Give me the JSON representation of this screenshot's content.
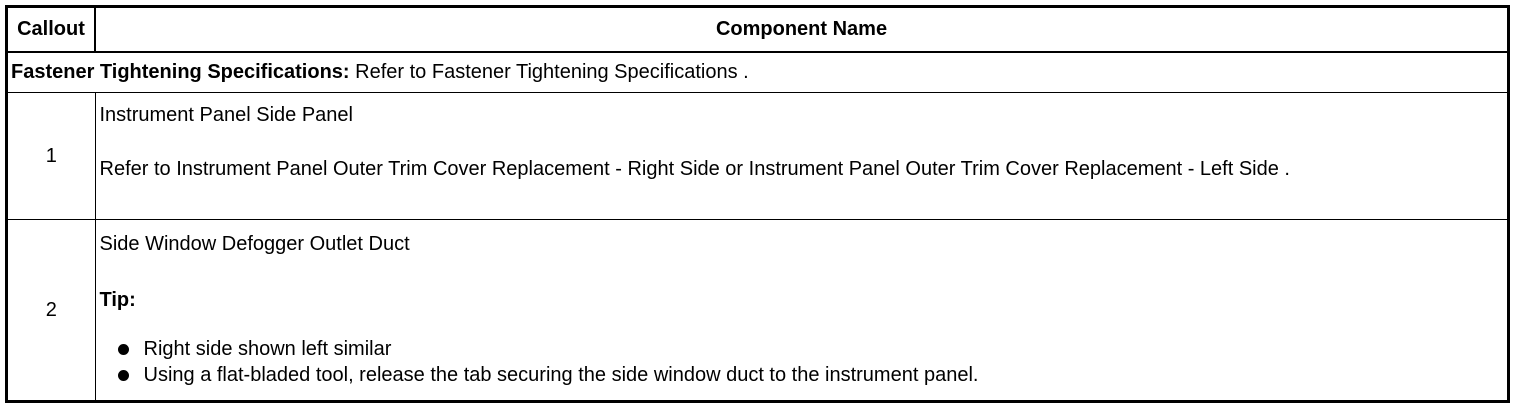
{
  "table": {
    "headers": {
      "callout": "Callout",
      "component": "Component Name"
    },
    "spec": {
      "label": "Fastener Tightening Specifications",
      "separator": ":",
      "text": " Refer to Fastener Tightening Specifications ."
    },
    "rows": [
      {
        "callout": "1",
        "title": "Instrument Panel Side Panel",
        "detail": "Refer to Instrument Panel Outer Trim Cover Replacement - Right Side or Instrument Panel Outer Trim Cover Replacement - Left Side ."
      },
      {
        "callout": "2",
        "title": "Side Window Defogger Outlet Duct",
        "tip_label": "Tip:",
        "bullets": [
          "Right side shown left similar",
          "Using a flat-bladed tool, release the tab securing the side window duct to the instrument panel."
        ]
      }
    ]
  }
}
